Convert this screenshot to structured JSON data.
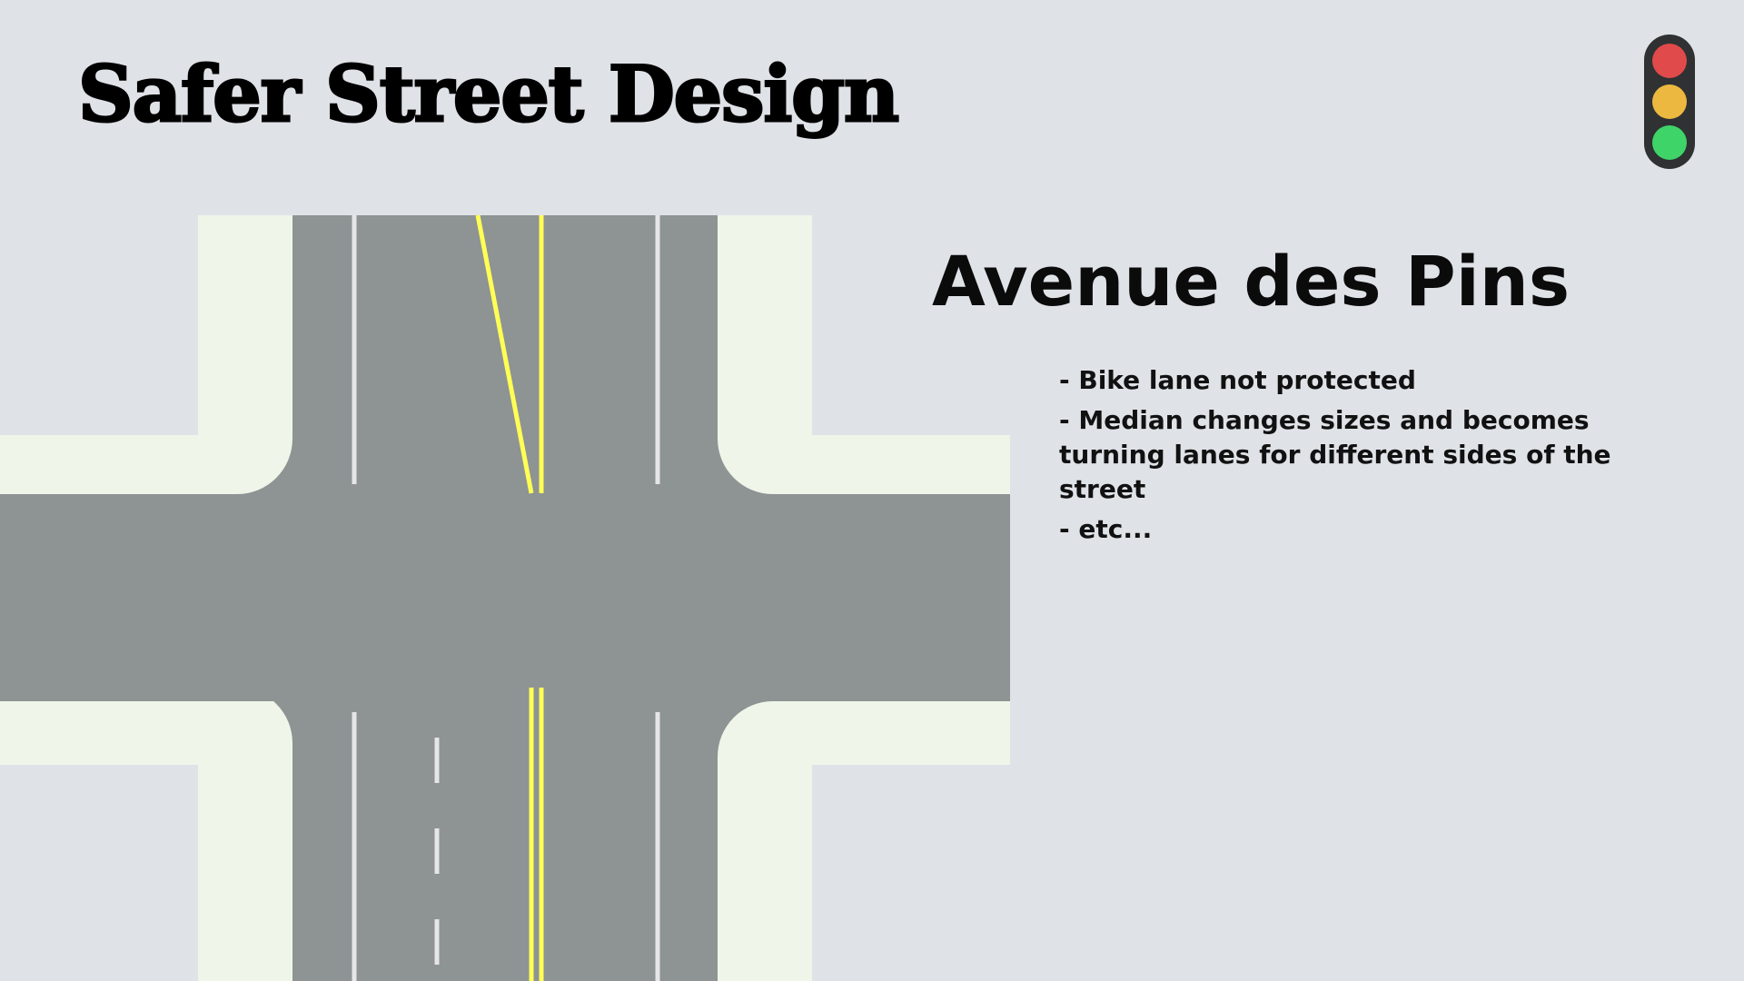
{
  "slide": {
    "title": "Safer Street Design"
  },
  "traffic_light": {
    "colors": {
      "housing": "#2f3133",
      "red": "#e04a4a",
      "amber": "#ecb83f",
      "green": "#3fd468"
    }
  },
  "diagram": {
    "colors": {
      "background": "#dfe2e7",
      "sidewalk": "#eff6e9",
      "road": "#8e9394",
      "white_line": "#e6e6e6",
      "yellow_line": "#ffff55"
    }
  },
  "content": {
    "heading": "Avenue des Pins",
    "notes": [
      "- Bike lane not protected",
      "- Median changes sizes and becomes turning lanes for different sides of the street",
      "- etc..."
    ]
  }
}
